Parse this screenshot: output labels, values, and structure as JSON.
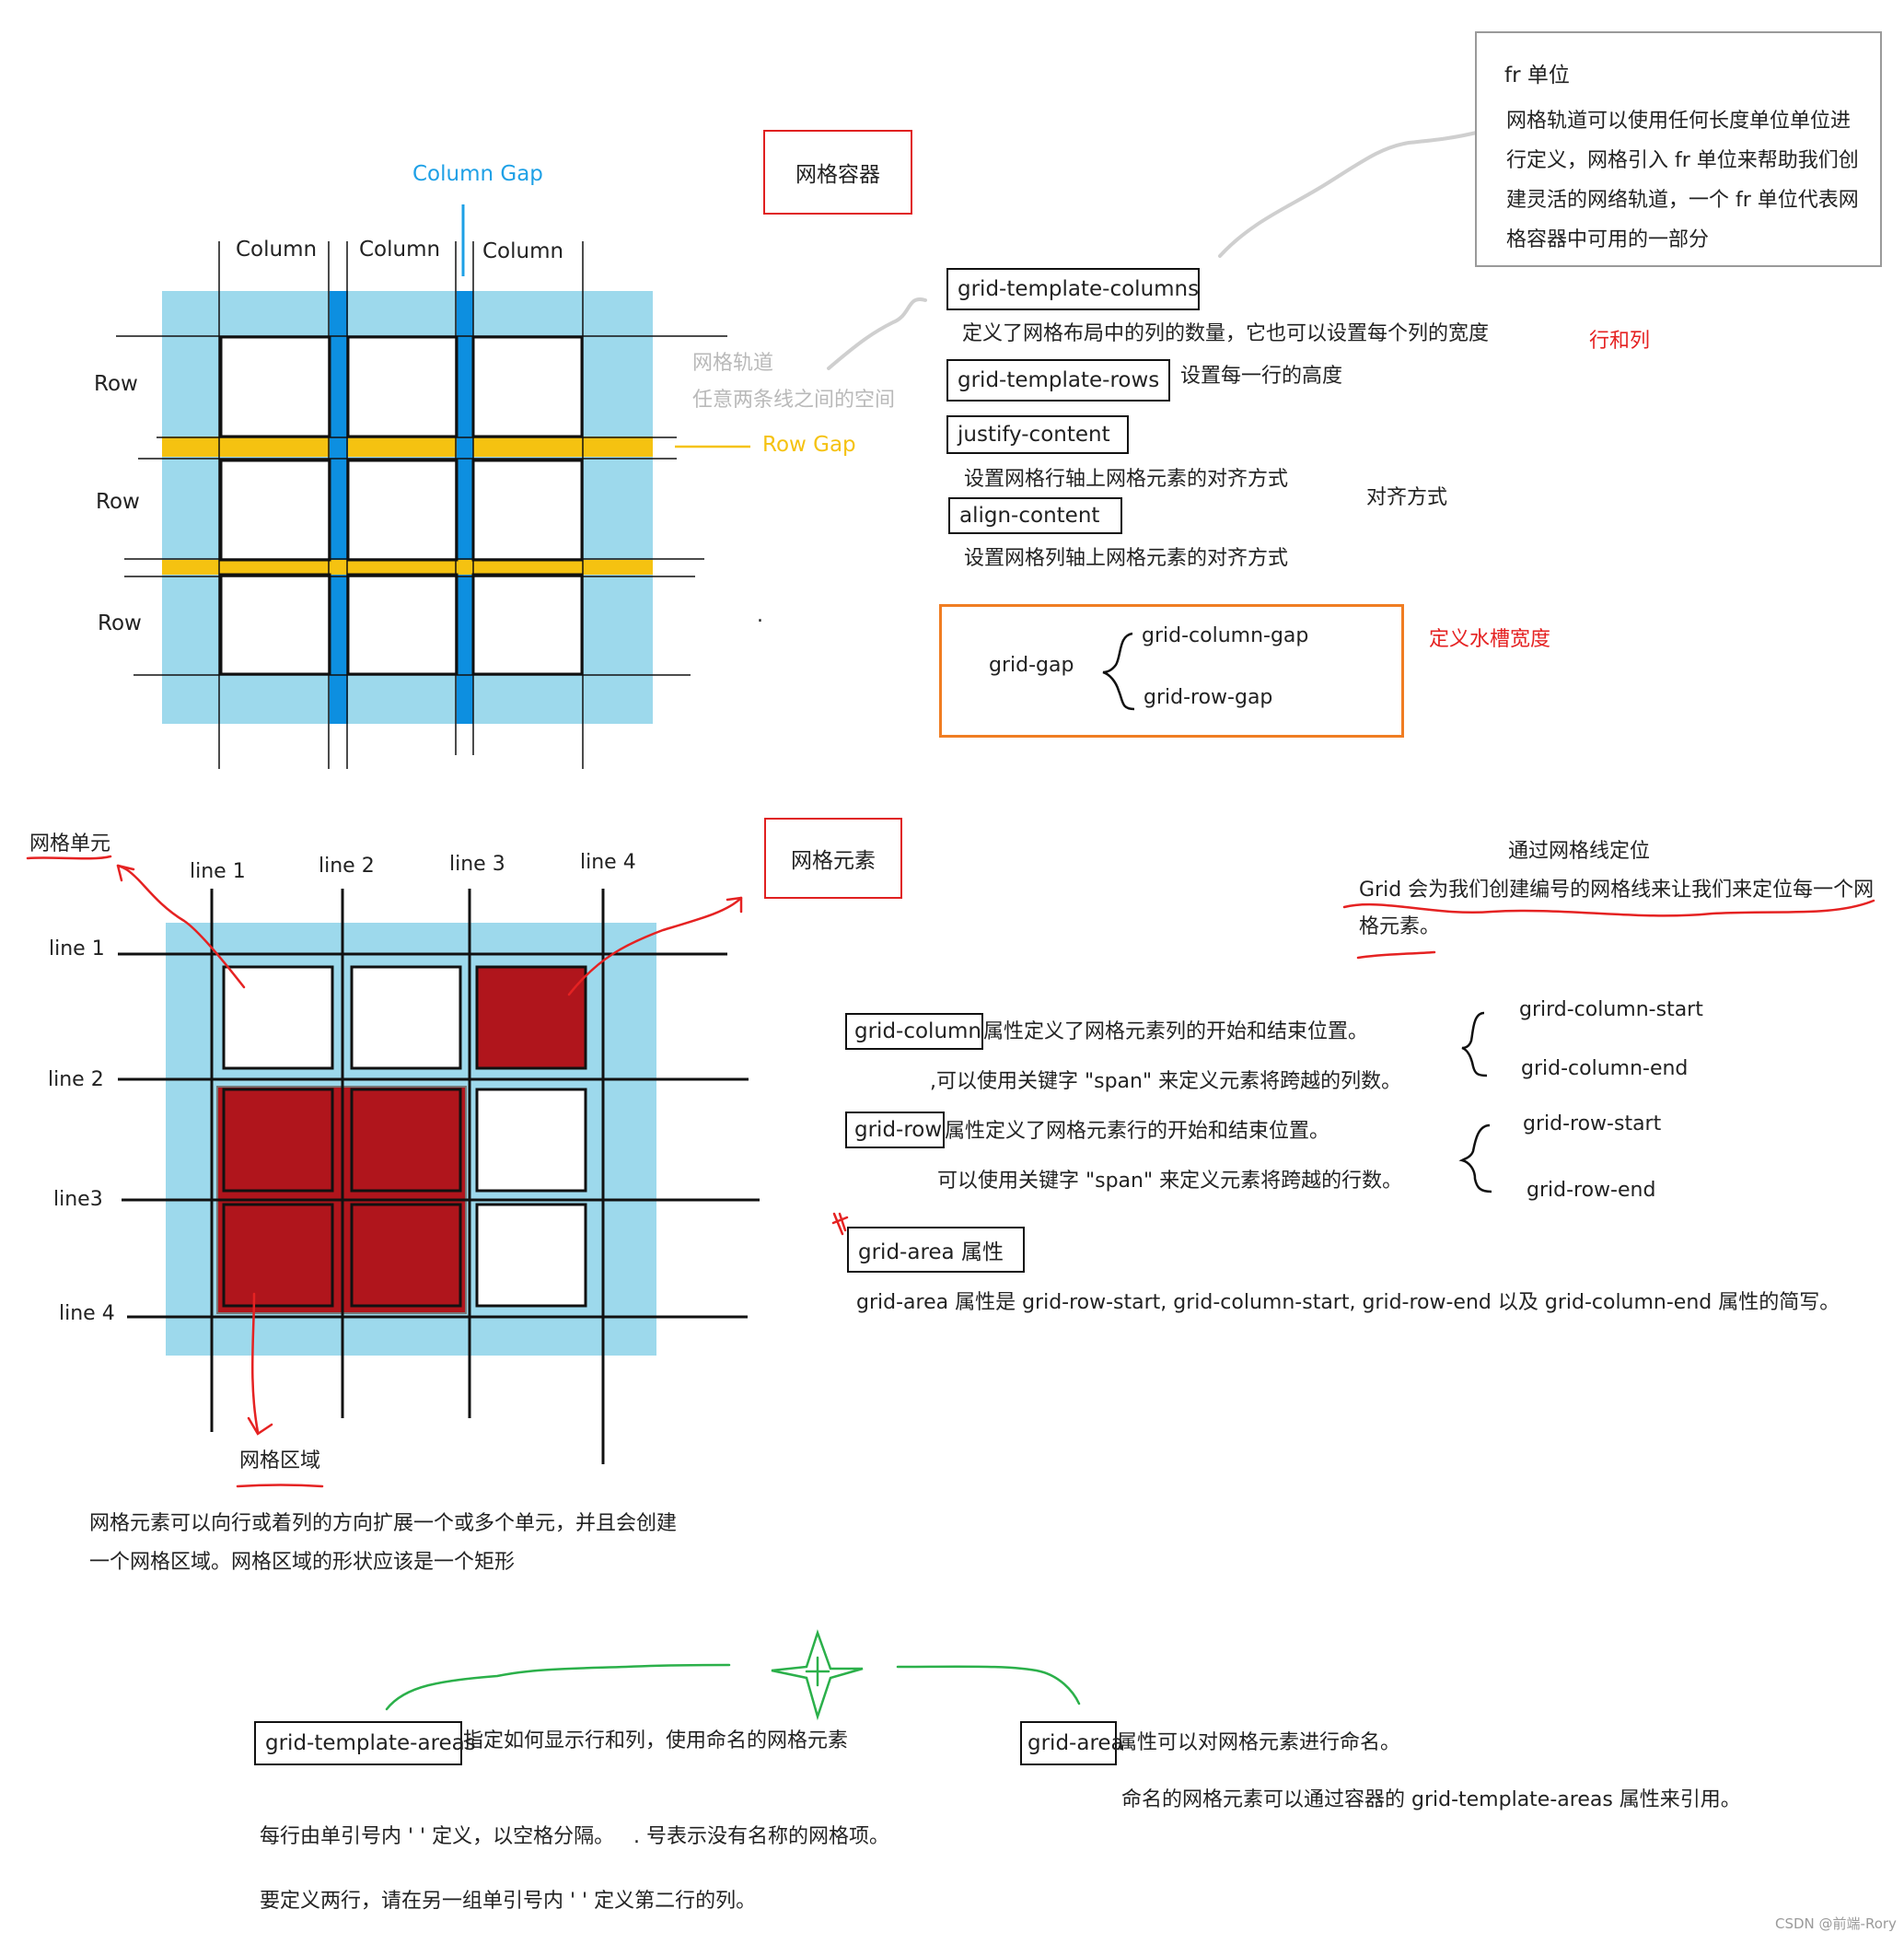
{
  "top_diagram": {
    "column_gap_label": "Column Gap",
    "columns": [
      "Column",
      "Column",
      "Column"
    ],
    "rows": [
      "Row",
      "Row",
      "Row"
    ],
    "row_gap_label": "Row Gap",
    "track_note_line1": "网格轨道",
    "track_note_line2": "任意两条线之间的空间",
    "dot": "."
  },
  "container_label": "网格容器",
  "fr_box": {
    "title": "fr 单位",
    "body": "网格轨道可以使用任何长度单位单位进行定义，网格引入 fr 单位来帮助我们创建灵活的网络轨道，一个 fr 单位代表网格容器中可用的一部分"
  },
  "container_props": {
    "gtc_label": "grid-template-columns",
    "gtc_desc": "定义了网格布局中的列的数量，它也可以设置每个列的宽度",
    "rows_cols_note": "行和列",
    "gtr_label": "grid-template-rows",
    "gtr_desc": "设置每一行的高度",
    "justify_label": "justify-content",
    "justify_desc": "设置网格行轴上网格元素的对齐方式",
    "align_label": "align-content",
    "align_desc": "设置网格列轴上网格元素的对齐方式",
    "align_note": "对齐方式"
  },
  "gap_box": {
    "grid_gap": "grid-gap",
    "column_gap": "grid-column-gap",
    "row_gap": "grid-row-gap",
    "note": "定义水槽宽度"
  },
  "bottom_diagram": {
    "cell_label": "网格单元",
    "col_lines": [
      "line 1",
      "line 2",
      "line 3",
      "line 4"
    ],
    "row_lines": [
      "line 1",
      "line 2",
      "line3",
      "line 4"
    ],
    "area_label": "网格区域",
    "area_desc_line1": "网格元素可以向行或着列的方向扩展一个或多个单元，并且会创建",
    "area_desc_line2": "一个网格区域。网格区域的形状应该是一个矩形",
    "colors": {
      "container": "#9dd9ec",
      "cell": "#ffffff",
      "filled": "#b0151c",
      "column_gap": "#0d8fe0",
      "row_gap": "#f5c211"
    }
  },
  "element_label": "网格元素",
  "line_position": {
    "title": "通过网格线定位",
    "desc_line1": "Grid 会为我们创建编号的网格线来让我们来定位每一个网",
    "desc_line2": "格元素。"
  },
  "item_props": {
    "grid_column_label": "grid-column",
    "grid_column_desc": "属性定义了网格元素列的开始和结束位置。",
    "grid_column_span": ",可以使用关键字 \"span\" 来定义元素将跨越的列数。",
    "col_start": "grird-column-start",
    "col_end": "grid-column-end",
    "grid_row_label": "grid-row",
    "grid_row_desc": "属性定义了网格元素行的开始和结束位置。",
    "grid_row_span": "可以使用关键字 \"span\" 来定义元素将跨越的行数。",
    "row_start": "grid-row-start",
    "row_end": "grid-row-end",
    "grid_area_label": "grid-area 属性",
    "grid_area_desc": "grid-area 属性是 grid-row-start, grid-column-start, grid-row-end 以及 grid-column-end 属性的简写。"
  },
  "areas": {
    "gta_label": "grid-template-areas",
    "gta_desc": "指定如何显示行和列，使用命名的网格元素",
    "ga_label": "grid-area",
    "ga_desc": "属性可以对网格元素进行命名。",
    "ga_desc2": "命名的网格元素可以通过容器的 grid-template-areas 属性来引用。",
    "row_note": "每行由单引号内 ' ' 定义，以空格分隔。   . 号表示没有名称的网格项。",
    "two_rows_note": "要定义两行，请在另一组单引号内 ' ' 定义第二行的列。"
  },
  "watermark": "CSDN @前端-Rory"
}
